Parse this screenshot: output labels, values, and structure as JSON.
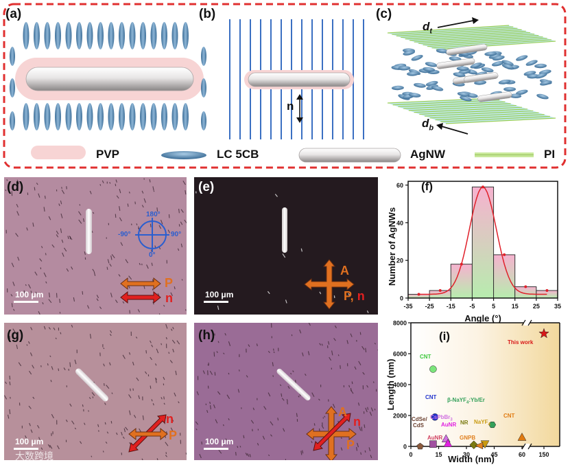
{
  "top_panel": {
    "labels": {
      "a": "(a)",
      "b": "(b)",
      "c": "(c)"
    },
    "n_label": "n",
    "d_t": {
      "base": "d",
      "sub": "t"
    },
    "d_b": {
      "base": "d",
      "sub": "b"
    },
    "legend": [
      {
        "label": "PVP",
        "icon": "pink-capsule"
      },
      {
        "label": "LC 5CB",
        "icon": "blue-ellipse"
      },
      {
        "label": "AgNW",
        "icon": "silver-rod"
      },
      {
        "label": "PI",
        "icon": "green-film"
      }
    ],
    "colors": {
      "frame": "#e03030",
      "pvp": "#f7d4d4",
      "lc": "#5a8cb5",
      "lines": "#3a6fc2",
      "pi": "#c8e89a"
    }
  },
  "micrographs": {
    "d": {
      "label": "(d)",
      "scale": "100 μm",
      "inset_angles": [
        "180°",
        "-90°",
        "90°",
        "0°"
      ],
      "arrows": [
        {
          "label": "P",
          "color": "#e07020"
        },
        {
          "label": "n",
          "color": "#e02020"
        }
      ]
    },
    "e": {
      "label": "(e)",
      "scale": "100 μm",
      "arrows": [
        {
          "label": "A",
          "color": "#e07020"
        },
        {
          "label": "P,",
          "color": "#e07020"
        },
        {
          "label": "n",
          "color": "#e02020"
        }
      ]
    },
    "g": {
      "label": "(g)",
      "scale": "100 μm",
      "arrows": [
        {
          "label": "n",
          "color": "#e02020"
        },
        {
          "label": "P",
          "color": "#e07020"
        }
      ]
    },
    "h": {
      "label": "(h)",
      "scale": "100 μm",
      "arrows": [
        {
          "label": "A",
          "color": "#e07020"
        },
        {
          "label": "n",
          "color": "#e02020"
        },
        {
          "label": "P",
          "color": "#e07020"
        }
      ]
    }
  },
  "chart_data": [
    {
      "panel": "(f)",
      "type": "bar",
      "xlabel": "Angle (°)",
      "ylabel": "Number of AgNWs",
      "xticks": [
        "-35",
        "-25",
        "-15",
        "-5",
        "5",
        "15",
        "25",
        "35"
      ],
      "yticks": [
        "0",
        "20",
        "40",
        "60"
      ],
      "xlim": [
        -35,
        35
      ],
      "ylim": [
        0,
        62
      ],
      "bins": [
        -30,
        -20,
        -10,
        0,
        10,
        20,
        30
      ],
      "values": [
        2,
        4,
        18,
        59,
        23,
        6,
        4
      ],
      "fit_color": "#e0202a",
      "bar_gradient": [
        "#b7ecae",
        "#f6b2cf"
      ]
    },
    {
      "panel": "(i)",
      "type": "scatter",
      "xlabel": "Width (nm)",
      "ylabel": "Length (nm)",
      "xticks": [
        "0",
        "15",
        "30",
        "45",
        "60",
        "150"
      ],
      "yticks": [
        "0",
        "2000",
        "4000",
        "6000",
        "8000"
      ],
      "ylim": [
        0,
        8000
      ],
      "axis_break": "60-150",
      "points": [
        {
          "label": "This work",
          "x": 150,
          "y": 7300,
          "marker": "star",
          "color": "#d81818"
        },
        {
          "label": "CNT",
          "x": 12,
          "y": 5000,
          "marker": "circle",
          "color": "#7be57b"
        },
        {
          "label": "CNT",
          "x": 13,
          "y": 1900,
          "marker": "circle",
          "color": "#2233cc"
        },
        {
          "label": "β-NaYF4:Yb/Er",
          "x": 44,
          "y": 1400,
          "marker": "hexagon",
          "color": "#34a05a"
        },
        {
          "label": "CsPbBr3",
          "x": 19,
          "y": 500,
          "marker": "triangle",
          "color": "#d070e0"
        },
        {
          "label": "AuNR",
          "x": 12,
          "y": 150,
          "marker": "square",
          "color": "#a050a0"
        },
        {
          "label": "AuNR",
          "x": 20,
          "y": 200,
          "marker": "triangle",
          "color": "#e020e0"
        },
        {
          "label": "CdSe/CdS",
          "x": 5,
          "y": 0,
          "marker": "pentagon",
          "color": "#8b5a3c"
        },
        {
          "label": "NR",
          "x": 34,
          "y": 100,
          "marker": "diamond",
          "color": "#7a7a10"
        },
        {
          "label": "NaYF4",
          "x": 40,
          "y": 150,
          "marker": "triangle-down",
          "color": "#c99a10"
        },
        {
          "label": "GNPB",
          "x": 37,
          "y": 50,
          "marker": "triangle-left",
          "color": "#e08020"
        },
        {
          "label": "CNT",
          "x": 60,
          "y": 600,
          "marker": "triangle",
          "color": "#e07a10"
        }
      ]
    }
  ],
  "labels_text": {
    "f": "(f)",
    "i": "(i)",
    "this_work": "This work",
    "cnt1": "CNT",
    "cnt2": "CNT",
    "cnt3": "CNT",
    "nayf_base": "β-NaYF",
    "nayf_sub": "4",
    "nayf_tail": ":Yb/Er",
    "cspb_base": "CsPbBr",
    "cspb_sub": "3",
    "cdse": "CdSe/",
    "cds": "CdS",
    "aunr1": "AuNR",
    "aunr2": "AuNR",
    "nr": "NR",
    "nayf4_base": "NaYF",
    "nayf4_sub": "4",
    "gnpb": "GNPB"
  },
  "watermark": "大数跨境"
}
